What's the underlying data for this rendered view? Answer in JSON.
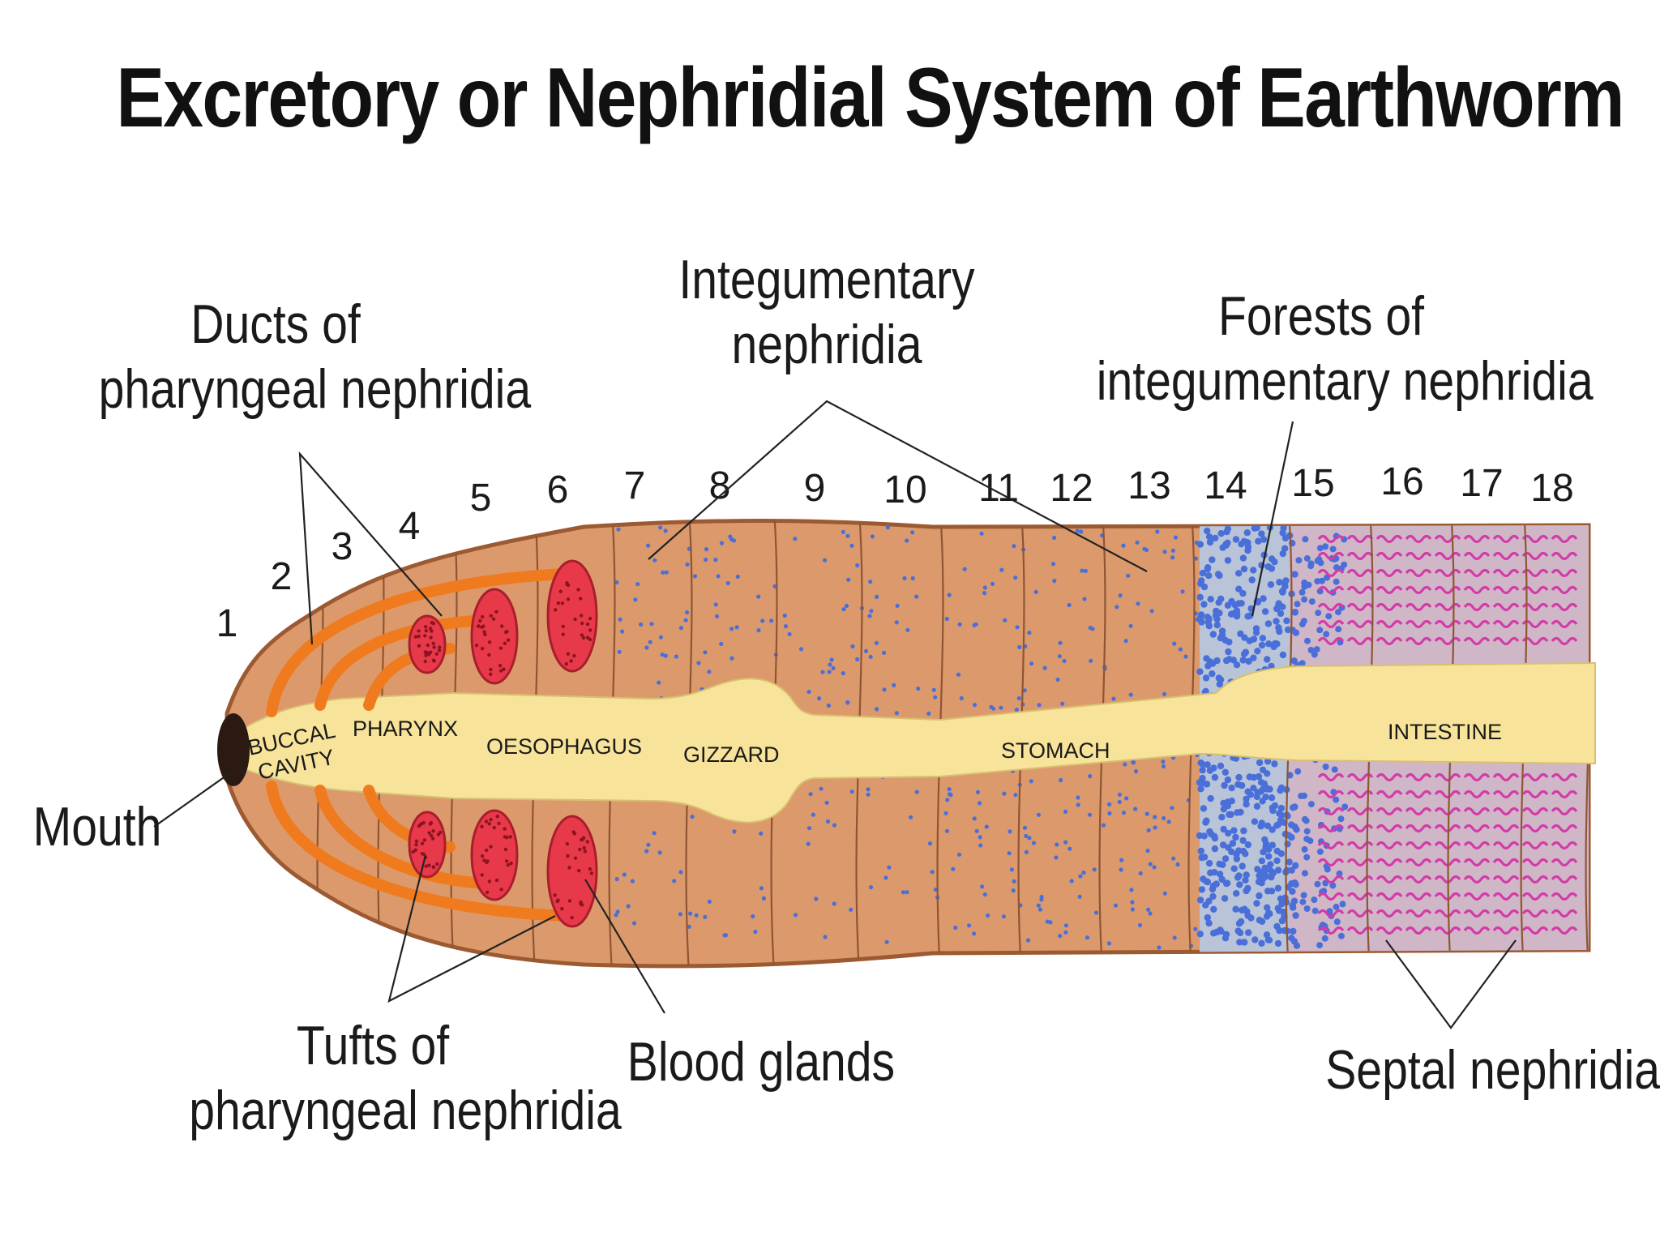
{
  "title": "Excretory or Nephridial System of Earthworm",
  "labels": {
    "ducts": [
      "Ducts of",
      "pharyngeal nephridia"
    ],
    "integumentary": [
      "Integumentary",
      "nephridia"
    ],
    "forests": [
      "Forests of",
      "integumentary nephridia"
    ],
    "mouth": "Mouth",
    "tufts": [
      "Tufts of",
      "pharyngeal nephridia"
    ],
    "blood_glands": "Blood glands",
    "septal": "Septal nephridia"
  },
  "segments": [
    "1",
    "2",
    "3",
    "4",
    "5",
    "6",
    "7",
    "8",
    "9",
    "10",
    "11",
    "12",
    "13",
    "14",
    "15",
    "16",
    "17",
    "18"
  ],
  "organs": {
    "buccal": [
      "BUCCAL",
      "CAVITY"
    ],
    "pharynx": "PHARYNX",
    "oesophagus": "OESOPHAGUS",
    "gizzard": "GIZZARD",
    "stomach": "STOMACH",
    "intestine": "INTESTINE"
  },
  "colors": {
    "body": "#dc9a6c",
    "body_outline": "#9c5a32",
    "gut": "#f7e39a",
    "blood_gland": "#e8394a",
    "ducts": "#f07a1e",
    "integumentary_dots": "#4a6fd8",
    "septal": "#d43aa8"
  }
}
